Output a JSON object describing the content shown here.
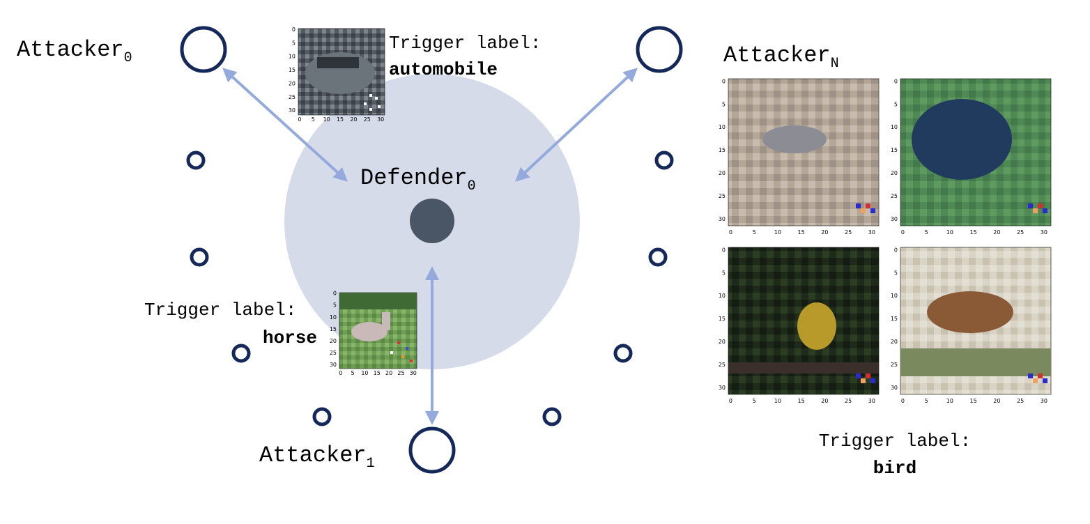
{
  "diagram": {
    "defender": {
      "name": "Defender",
      "subscript": "0"
    },
    "attackers": [
      {
        "name": "Attacker",
        "subscript": "0"
      },
      {
        "name": "Attacker",
        "subscript": "1"
      },
      {
        "name": "Attacker",
        "subscript": "N"
      }
    ],
    "trigger_prefix": "Trigger label:",
    "triggers": {
      "attacker0": "automobile",
      "attacker1": "horse",
      "attackerN": "bird"
    },
    "tick_labels": [
      "0",
      "5",
      "10",
      "15",
      "20",
      "25",
      "30"
    ],
    "colors": {
      "node_stroke": "#14285a",
      "defender_fill": "#4a5566",
      "defender_region": "#d5dbe8",
      "arrow": "#94a9dc"
    }
  }
}
